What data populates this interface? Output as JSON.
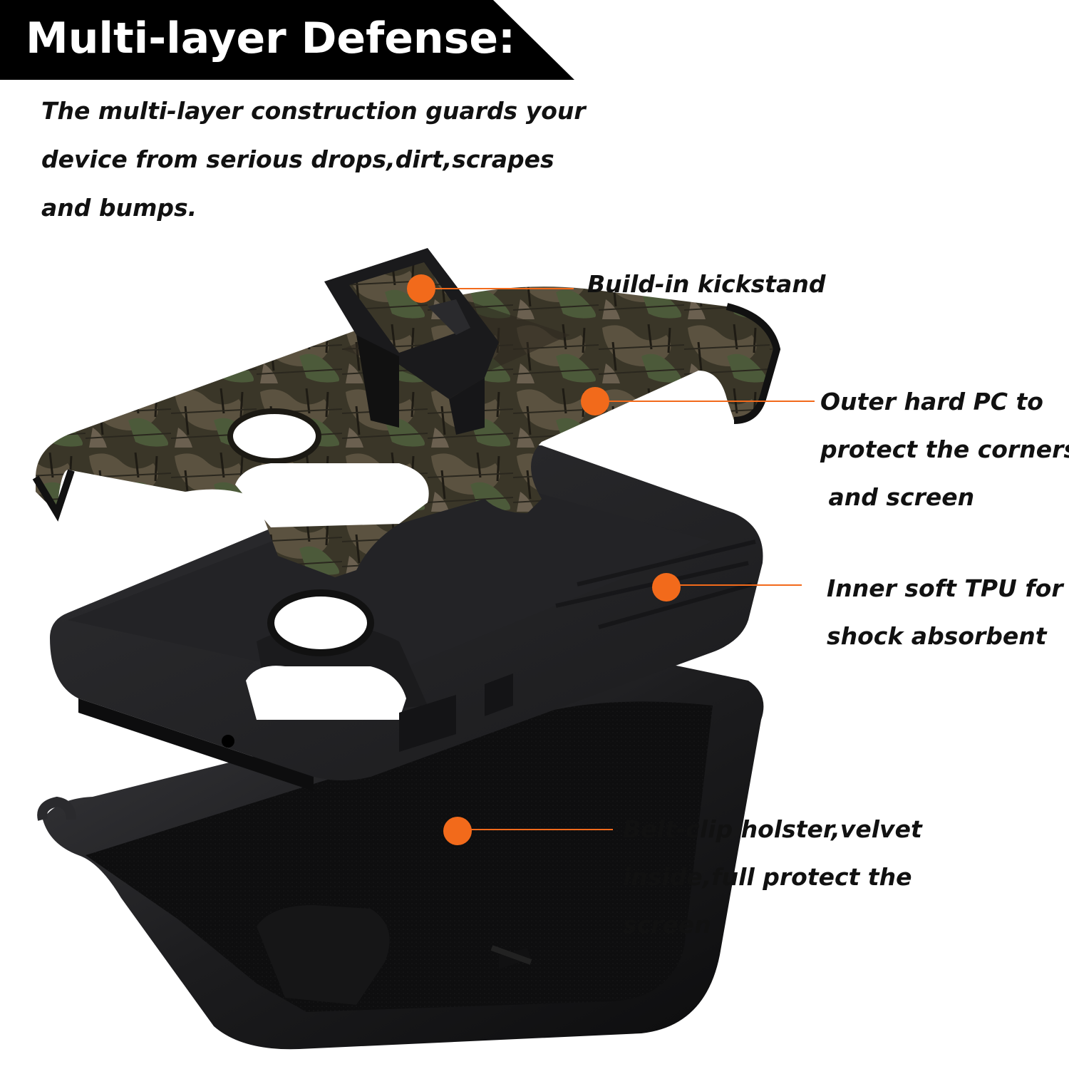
{
  "banner": {
    "title": "Multi-layer Defense:",
    "background": "#000000",
    "text_color": "#ffffff"
  },
  "intro": {
    "lines": [
      "The multi-layer construction guards your",
      "device from serious drops,dirt,scrapes",
      "and bumps."
    ]
  },
  "callouts": {
    "kickstand": {
      "lines": [
        "Build-in kickstand"
      ]
    },
    "outer_pc": {
      "lines": [
        "Outer hard PC to",
        "protect the corners",
        " and screen"
      ]
    },
    "inner_tpu": {
      "lines": [
        "Inner soft TPU for",
        "shock absorbent"
      ]
    },
    "holster": {
      "lines": [
        "Belt-clip holster,velvet",
        "inside,full protect the",
        "screen"
      ]
    }
  },
  "colors": {
    "accent": "#f26a1b",
    "text": "#111111",
    "camo_dark": "#3a3628",
    "camo_mid": "#5b5240",
    "camo_green": "#4c5a3a",
    "case_black": "#1c1c1e"
  },
  "illustration": {
    "subject": "phone-case-exploded-view"
  }
}
